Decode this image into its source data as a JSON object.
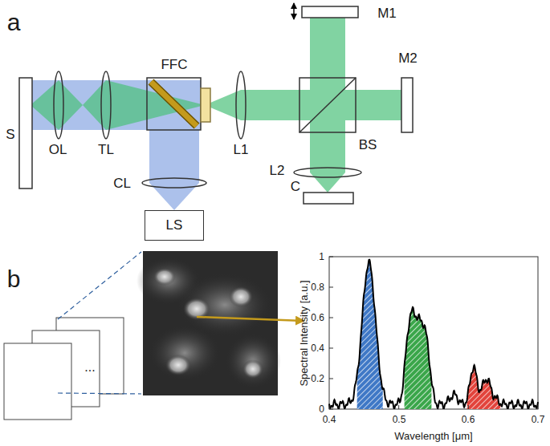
{
  "diagram": {
    "nodes": [
      {
        "text": [
          "LS"
        ]
      }
    ],
    "labels": [
      "a",
      "S",
      "OL",
      "TL",
      "FFC",
      "L1",
      "BS",
      "M1",
      "M2",
      "CL",
      "L2",
      "C",
      "b",
      "...",
      "0.4",
      "0.5",
      "0.6",
      "0.7",
      "0",
      "0.2",
      "0.4",
      "0.6",
      "0.8",
      "1",
      "Spectral Intensity [a.u.]",
      "Wavelength [μm]"
    ]
  }
}
